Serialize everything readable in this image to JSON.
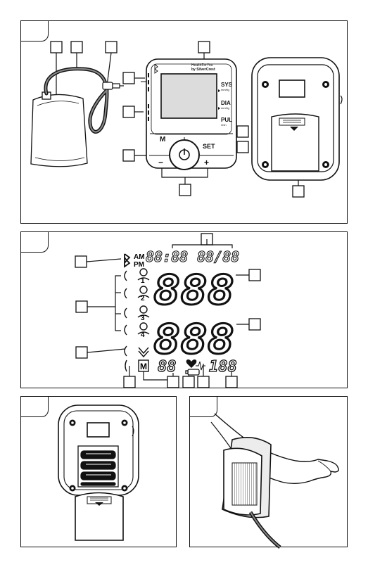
{
  "panels": {
    "p1": {
      "tag": ""
    },
    "p2": {
      "tag": ""
    },
    "p3": {
      "tag": ""
    },
    "p4": {
      "tag": ""
    }
  },
  "device": {
    "brand_line1": "HealthForYou",
    "brand_line2": "by SilverCrest",
    "sys_label": "SYS",
    "sys_unit": "mmHg",
    "dia_label": "DIA",
    "dia_unit": "mmHg",
    "pul_label": "PUL",
    "pul_unit": "/min",
    "m_button": "M",
    "set_button": "SET",
    "minus_button": "−",
    "plus_button": "+"
  },
  "lcd": {
    "am": "AM",
    "pm": "PM",
    "time": "88:88",
    "date": "88/88",
    "sys_digits": "888",
    "dia_digits": "888",
    "memory_letter": "M",
    "memory_digits": "88",
    "pulse_digits": "188",
    "users": [
      "1",
      "2",
      "3",
      "4"
    ]
  },
  "colors": {
    "ink": "#111111",
    "lcd_gray": "#cfcfcf",
    "cuff_gray": "#e6e6e6"
  }
}
